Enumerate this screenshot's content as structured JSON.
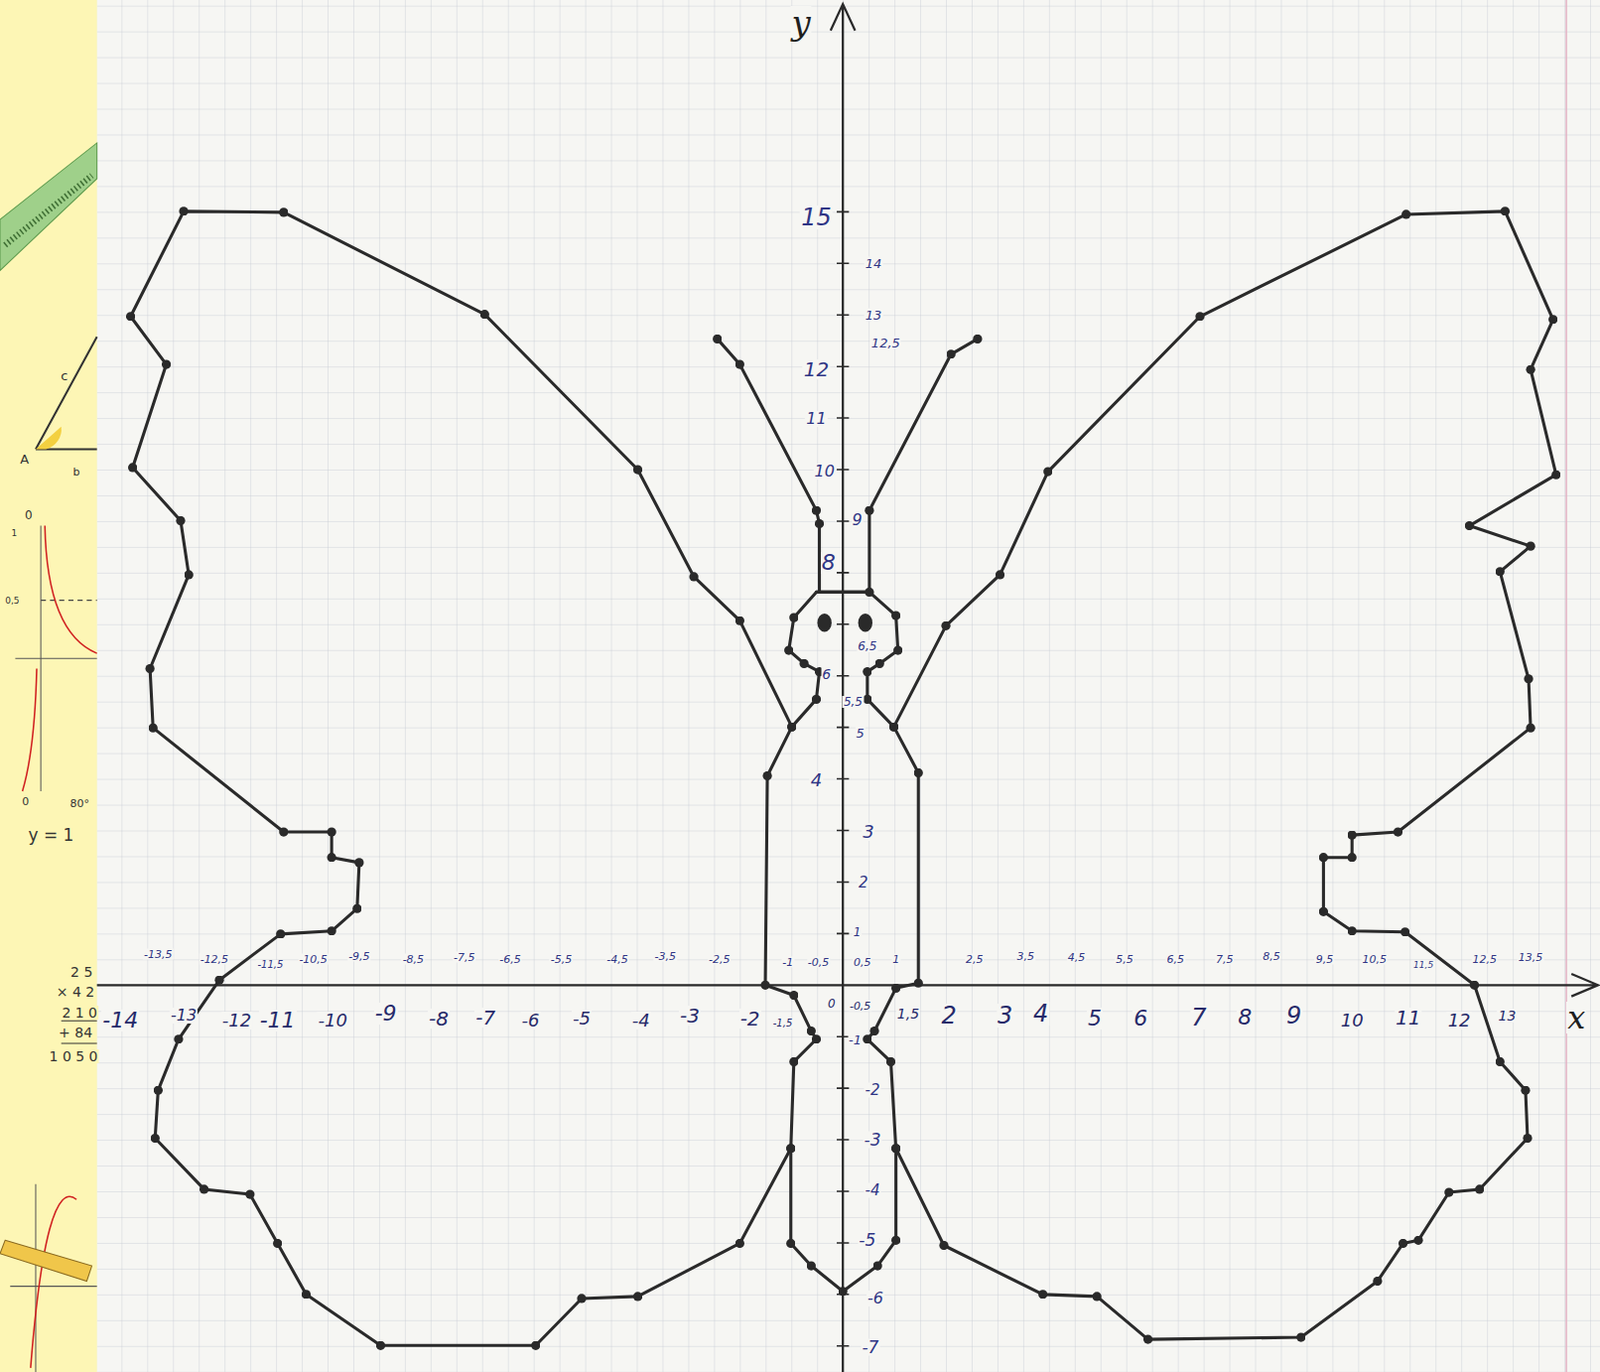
{
  "diagram": {
    "labels": [
      "c",
      "A",
      "b",
      "0",
      "1",
      "0,5",
      "0",
      "80°",
      "y = 1",
      "2 5",
      "× 4 2",
      "2 1 0",
      "+ 84",
      "1 0 5 0",
      "y",
      "x",
      "15",
      "14",
      "13",
      "12,5",
      "12",
      "11",
      "10",
      "9",
      "8",
      "6,5",
      "6",
      "5,5",
      "5",
      "4",
      "3",
      "2",
      "1",
      "-1",
      "-2",
      "-3",
      "-4",
      "-5",
      "-6",
      "-7",
      "-14",
      "-13",
      "-12",
      "-11",
      "-10",
      "-9",
      "-8",
      "-7",
      "-6",
      "-5",
      "-4",
      "-3",
      "-2",
      "-1,5",
      "0",
      "-0,5",
      "1,5",
      "2",
      "3",
      "4",
      "5",
      "6",
      "7",
      "8",
      "9",
      "10",
      "11",
      "12",
      "13",
      "-13,5",
      "-12,5",
      "-11,5",
      "-10,5",
      "-9,5",
      "-8,5",
      "-7,5",
      "-6,5",
      "-5,5",
      "-4,5",
      "-3,5",
      "-2,5",
      "-1",
      "-0,5",
      "0,5",
      "1",
      "2,5",
      "3,5",
      "4,5",
      "5,5",
      "6,5",
      "7,5",
      "8,5",
      "9,5",
      "10,5",
      "11,5",
      "12,5",
      "13,5"
    ]
  }
}
